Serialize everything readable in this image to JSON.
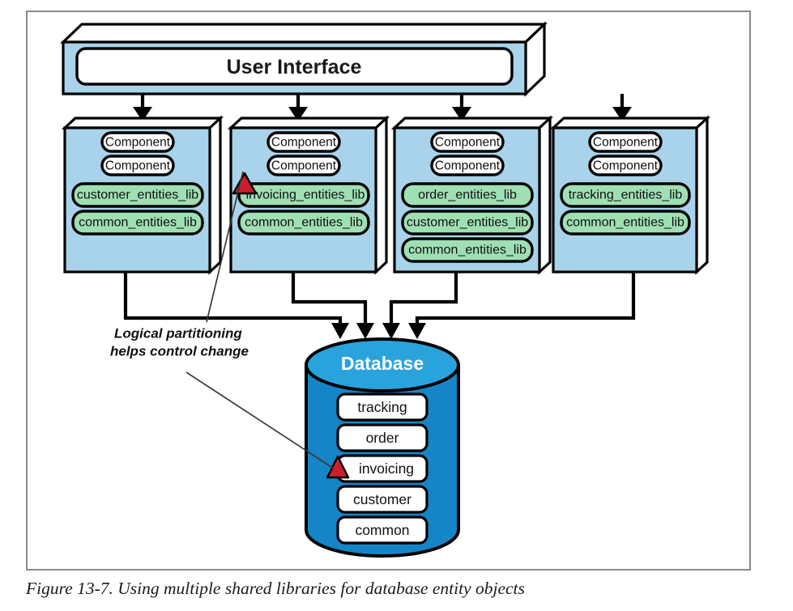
{
  "figure": {
    "caption": "Figure 13-7. Using multiple shared libraries for database entity objects"
  },
  "ui_layer": {
    "label": "User Interface"
  },
  "annotation": {
    "line1": "Logical partitioning",
    "line2": "helps control change"
  },
  "services": [
    {
      "id": "service-1",
      "components": [
        "Component",
        "Component"
      ],
      "libraries": [
        "customer_entities_lib",
        "common_entities_lib"
      ],
      "marked_library": null
    },
    {
      "id": "service-2",
      "components": [
        "Component",
        "Component"
      ],
      "libraries": [
        "invoicing_entities_lib",
        "common_entities_lib"
      ],
      "marked_library": "invoicing_entities_lib"
    },
    {
      "id": "service-3",
      "components": [
        "Component",
        "Component"
      ],
      "libraries": [
        "order_entities_lib",
        "customer_entities_lib",
        "common_entities_lib"
      ],
      "marked_library": null
    },
    {
      "id": "service-4",
      "components": [
        "Component",
        "Component"
      ],
      "libraries": [
        "tracking_entities_lib",
        "common_entities_lib"
      ],
      "marked_library": null
    }
  ],
  "database": {
    "title": "Database",
    "tables": [
      "tracking",
      "order",
      "invoicing",
      "customer",
      "common"
    ],
    "marked_table": "invoicing"
  },
  "colors": {
    "service_fill": "#a9d3ea",
    "library_fill": "#9fdfb4",
    "component_fill": "#ffffff",
    "database_body": "#1585c8",
    "database_top": "#29a3dc",
    "marker_red": "#cc1f2e",
    "outline": "#000000",
    "frame": "#8a8a8a"
  }
}
